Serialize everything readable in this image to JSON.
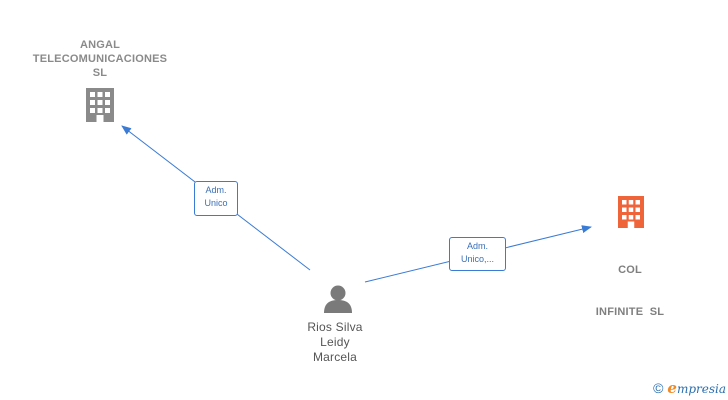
{
  "nodes": {
    "angal": {
      "name_lines": [
        "ANGAL",
        "TELECOMUNICACIONES",
        "SL"
      ],
      "icon": "building-icon",
      "color": "#8a8a8a"
    },
    "col": {
      "name_lines": [
        "COL",
        "INFINITE  SL"
      ],
      "icon": "building-icon",
      "color": "#f0643a"
    },
    "person": {
      "name_lines": [
        "Rios Silva",
        "Leidy",
        "Marcela"
      ],
      "icon": "person-icon",
      "color": "#7a7a7a"
    }
  },
  "edges": [
    {
      "from": "person",
      "to": "angal",
      "label_lines": [
        "Adm.",
        "Unico"
      ]
    },
    {
      "from": "person",
      "to": "col",
      "label_lines": [
        "Adm.",
        "Unico,..."
      ]
    }
  ],
  "edge_color": "#3a7bd5",
  "footer": {
    "copyright": "©",
    "brand_first": "e",
    "brand_rest": "mpresia"
  }
}
